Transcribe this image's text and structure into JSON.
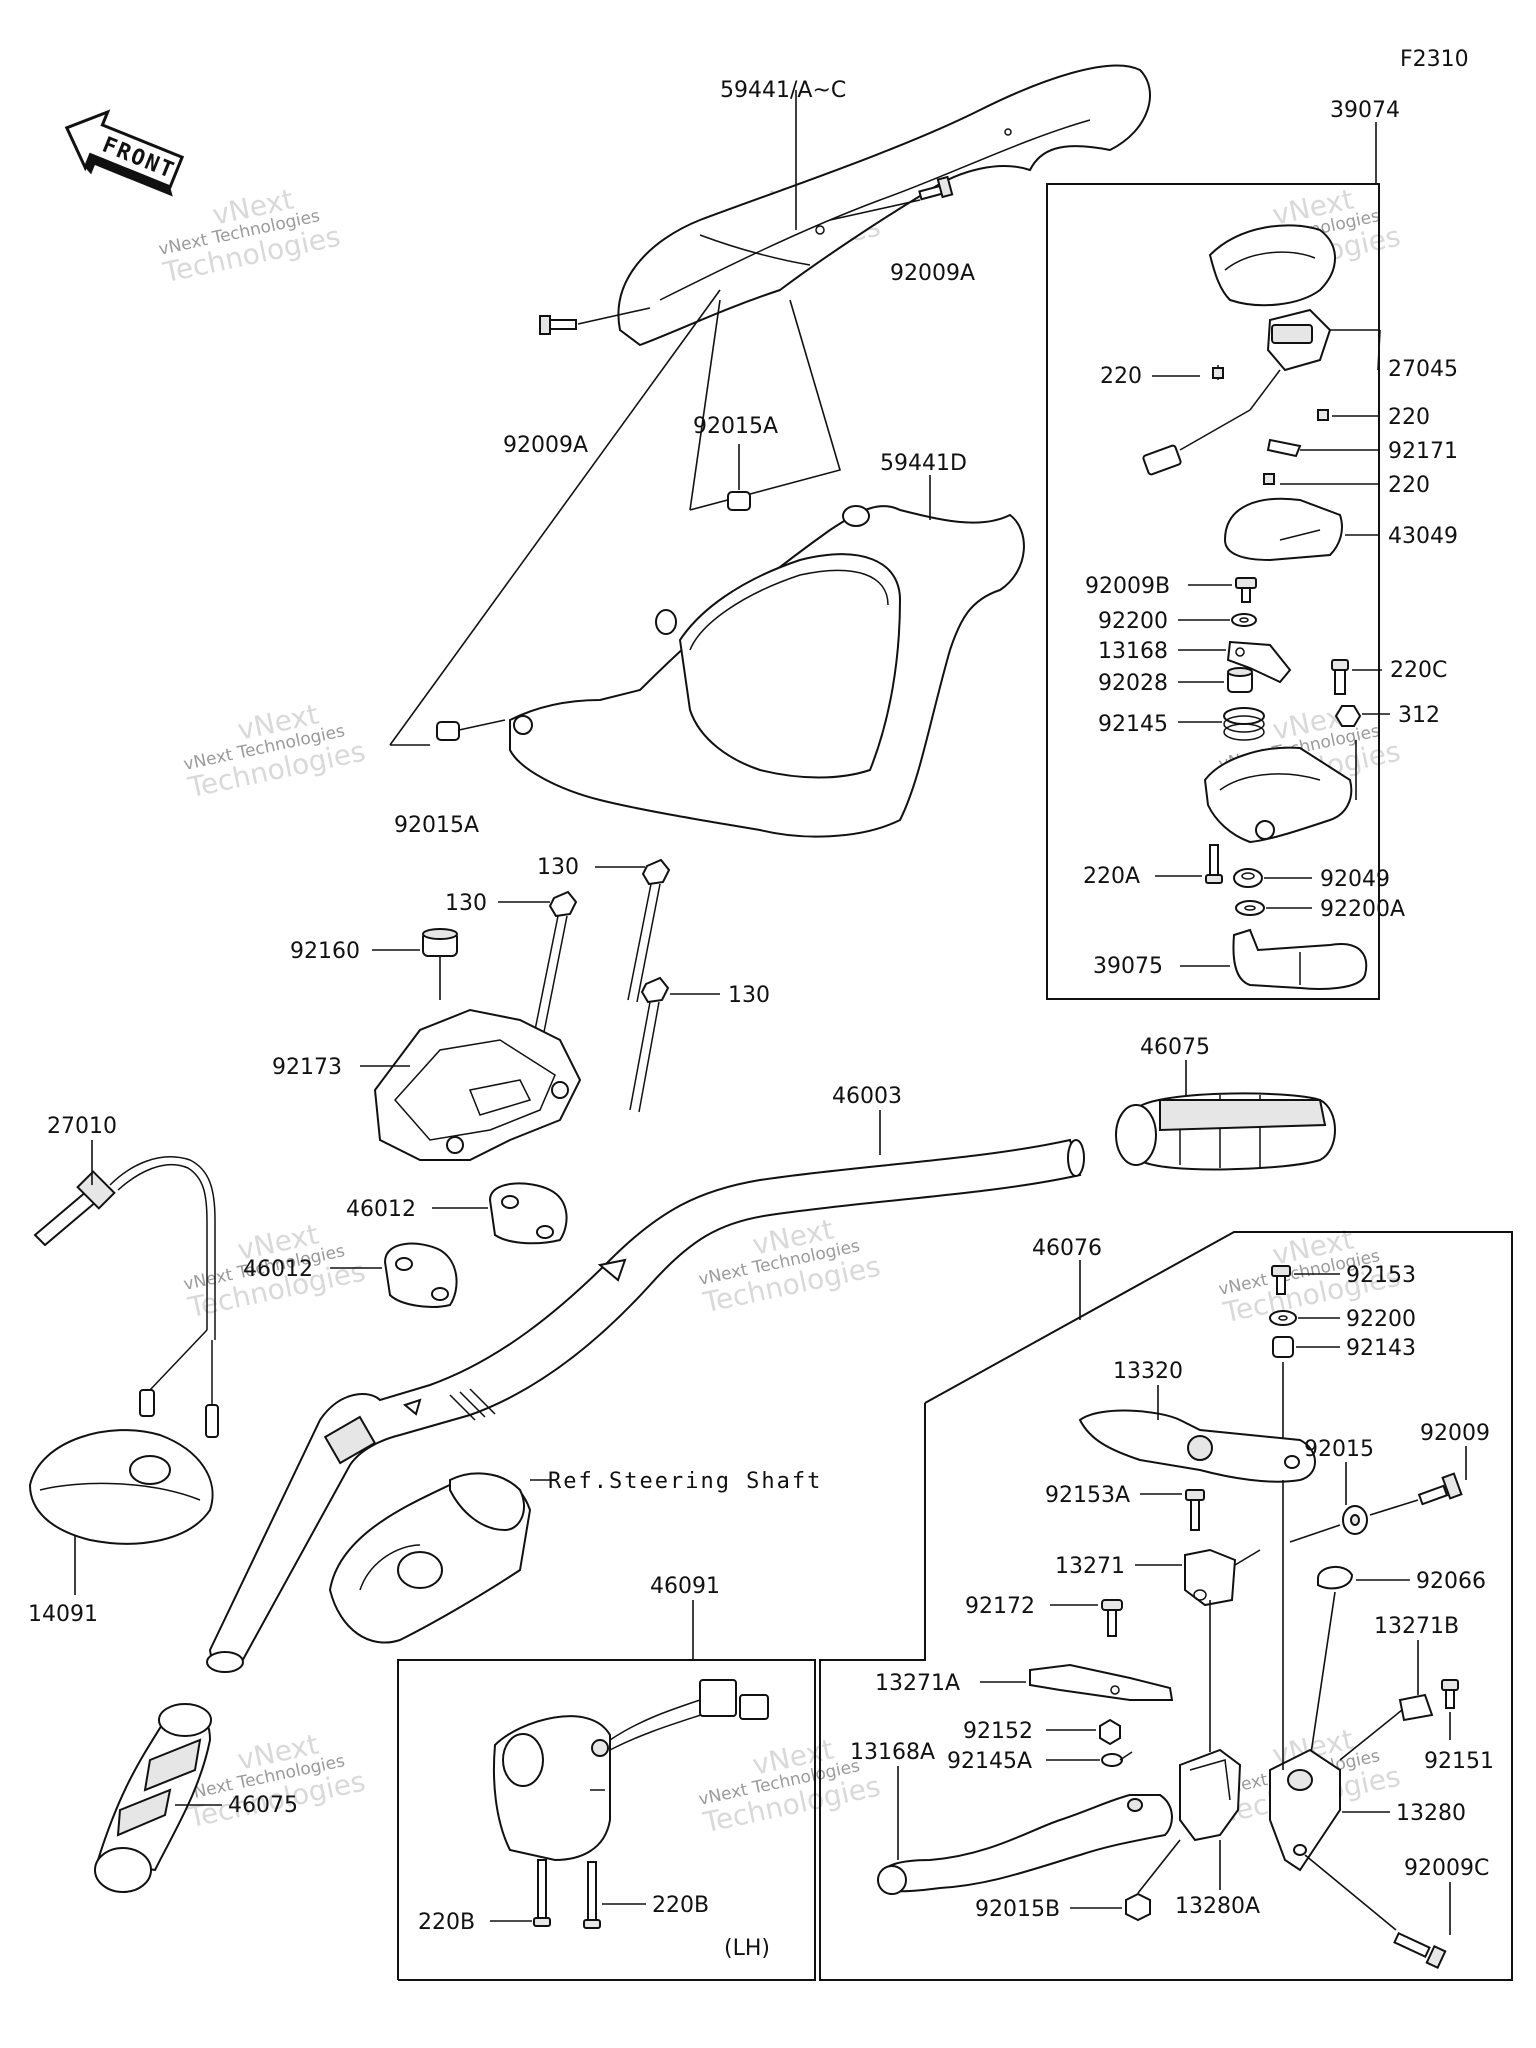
{
  "diagram": {
    "figure_code": "F2310",
    "direction_badge": "FRONT",
    "reference_note": "Ref.Steering Shaft",
    "side_note": "(LH)",
    "watermark": [
      "vNext Technologies",
      "vNext",
      "Technologies"
    ],
    "parts": {
      "p59441": "59441/A~C",
      "p92009A_a": "92009A",
      "p92009A_b": "92009A",
      "p92015A_a": "92015A",
      "p59441D": "59441D",
      "p92015A_b": "92015A",
      "p39074": "39074",
      "p220_a": "220",
      "p27045": "27045",
      "p220_b": "220",
      "p92171": "92171",
      "p220_c": "220",
      "p43049": "43049",
      "p92009B": "92009B",
      "p92200": "92200",
      "p13168": "13168",
      "p220C": "220C",
      "p92028": "92028",
      "p312": "312",
      "p92145": "92145",
      "p220A": "220A",
      "p92049": "92049",
      "p92200A": "92200A",
      "p39075": "39075",
      "p130_a": "130",
      "p130_b": "130",
      "p130_c": "130",
      "p92160": "92160",
      "p92173": "92173",
      "p46003": "46003",
      "p46075_a": "46075",
      "p27010": "27010",
      "p46012_a": "46012",
      "p46012_b": "46012",
      "p14091": "14091",
      "p46075_b": "46075",
      "p46091": "46091",
      "p220B_a": "220B",
      "p220B_b": "220B",
      "p46076": "46076",
      "p92153": "92153",
      "p92200_b": "92200",
      "p92143": "92143",
      "p13320": "13320",
      "p92009": "92009",
      "p92015": "92015",
      "p92153A": "92153A",
      "p13271": "13271",
      "p92172": "92172",
      "p92066": "92066",
      "p13271B": "13271B",
      "p13271A": "13271A",
      "p92152": "92152",
      "p92145A": "92145A",
      "p92151": "92151",
      "p13168A": "13168A",
      "p13280": "13280",
      "p92009C": "92009C",
      "p92015B": "92015B",
      "p13280A": "13280A"
    }
  }
}
